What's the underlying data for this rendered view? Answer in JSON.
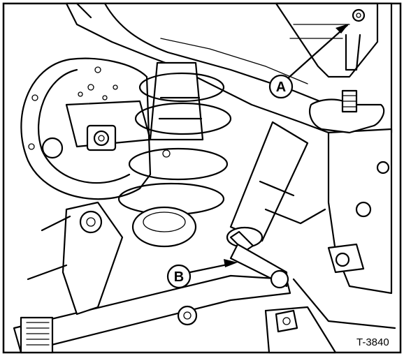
{
  "figure": {
    "callouts": [
      {
        "id": "A",
        "label": "A"
      },
      {
        "id": "B",
        "label": "B"
      }
    ],
    "figure_id": "T-3840"
  }
}
